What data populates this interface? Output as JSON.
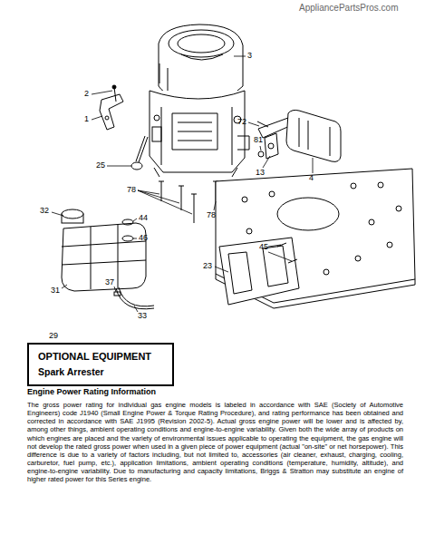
{
  "diagram": {
    "nodes": [
      {
        "text": [
          "OPTIONAL EQUIPMENT",
          "Spark Arrester"
        ]
      }
    ],
    "labels": [
      "AppliancePartsPros.com",
      "2",
      "1",
      "3",
      "72",
      "25",
      "81",
      "78",
      "78",
      "13",
      "4",
      "32",
      "44",
      "46",
      "45",
      "23",
      "31",
      "37",
      "33",
      "29",
      "Engine Power Rating Information",
      "The gross power rating for individual gas engine models is labeled in accordance with SAE (Society of Automotive Engineers) code J1940 (Small Engine Power & Torque Rating Procedure), and rating performance has been obtained and corrected in accordance with SAE J1995 (Revision 2002-5). Actual gross engine power will be lower and is affected by, among other things, ambient operating conditions and engine-to-engine variability. Given both the wide array of products on which engines are placed and the variety of environmental issues applicable to operating the equipment, the gas engine will not develop the rated gross power when used in a given piece of power equipment (actual \"on-site\" or net horsepower). This difference is due to a variety of factors including, but not limited to, accessories (air cleaner, exhaust, charging, cooling, carburetor, fuel pump, etc.), application limitations, ambient operating conditions (temperature, humidity, altitude), and engine-to-engine variability. Due to manufacturing and capacity limitations, Briggs & Stratton may substitute an engine of higher rated power for this Series engine."
    ]
  }
}
